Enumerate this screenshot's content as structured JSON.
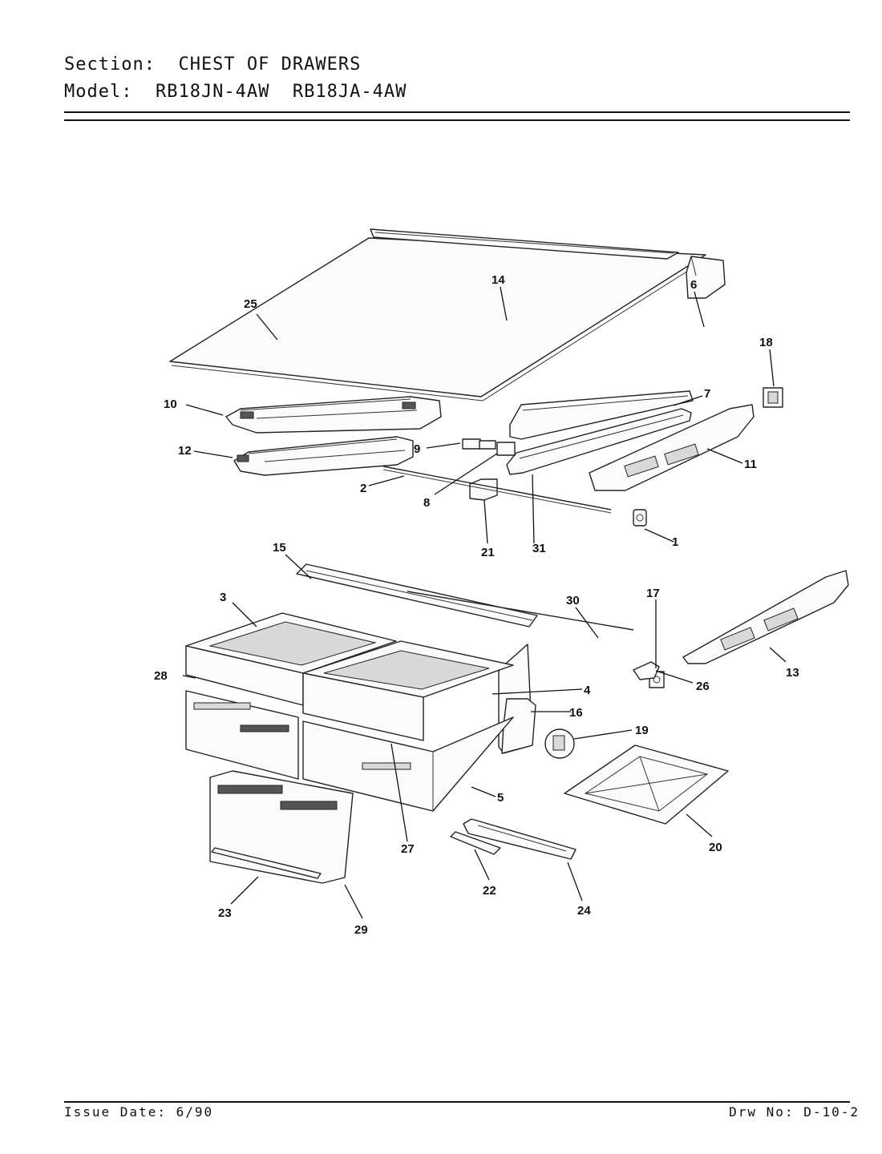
{
  "header": {
    "section_line": "Section:  CHEST OF DRAWERS",
    "model_line": "Model:  RB18JN-4AW  RB18JA-4AW"
  },
  "footer": {
    "issue_date": "Issue Date: 6/90",
    "drawing_no": "Drw No: D-10-2"
  },
  "callouts": {
    "c1": "1",
    "c2": "2",
    "c3": "3",
    "c4": "4",
    "c5": "5",
    "c6": "6",
    "c7": "7",
    "c8": "8",
    "c9": "9",
    "c10": "10",
    "c11": "11",
    "c12": "12",
    "c13": "13",
    "c14": "14",
    "c15": "15",
    "c16": "16",
    "c17": "17",
    "c18": "18",
    "c19": "19",
    "c20": "20",
    "c21": "21",
    "c22": "22",
    "c23": "23",
    "c24": "24",
    "c25": "25",
    "c26": "26",
    "c27": "27",
    "c28": "28",
    "c29": "29",
    "c30": "30",
    "c31": "31"
  }
}
